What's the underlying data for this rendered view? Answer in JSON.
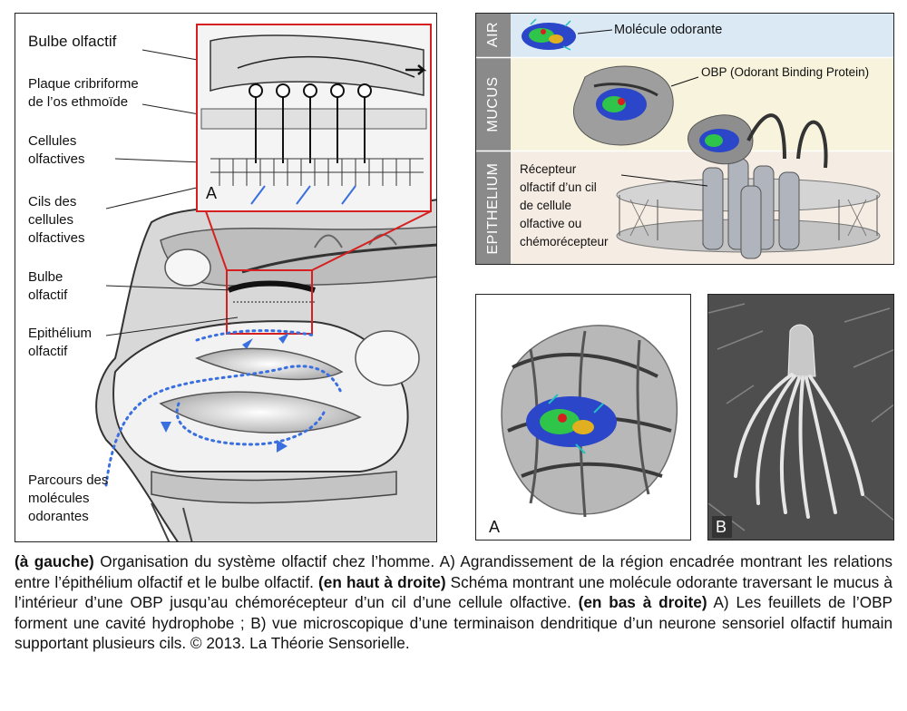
{
  "left_panel": {
    "labels": {
      "bulbe_top": "Bulbe olfactif",
      "plaque": "Plaque cribriforme",
      "plaque_2": "de l’os ethmoïde",
      "cellules": "Cellules",
      "cellules_2": "olfactives",
      "cils": "Cils des",
      "cils_2": "cellules",
      "cils_3": "olfactives",
      "bulbe": "Bulbe",
      "bulbe_2": "olfactif",
      "epithelium": "Epithélium",
      "epithelium_2": "olfactif",
      "parcours": "Parcours des",
      "parcours_2": "molécules",
      "parcours_3": "odorantes"
    },
    "inset_letter": "A"
  },
  "top_right": {
    "bands": [
      "AIR",
      "MUCUS",
      "EPITHELIUM"
    ],
    "band_colors": [
      "#dbe9f5",
      "#f8f3dc",
      "#f5ece3"
    ],
    "sidebar_color": "#8a8a8a",
    "labels": {
      "molecule": "Molécule odorante",
      "obp": "OBP (Odorant Binding Protein)",
      "recepteur": "Récepteur",
      "recepteur_2": "olfactif d’un cil",
      "recepteur_3": "de cellule",
      "recepteur_4": "olfactive ou",
      "recepteur_5": "chémorécepteur"
    }
  },
  "bottom_panels": {
    "a_letter": "A",
    "b_letter": "B"
  },
  "caption": {
    "b1": "(à gauche)",
    "t1": " Organisation du système olfactif chez l’homme. A) Agrandissement de la région encadrée montrant les relations entre l’épithélium olfactif et le bulbe olfactif. ",
    "b2": "(en haut à droite)",
    "t2": " Schéma montrant une molécule odorante traversant le mucus à l’intérieur d’une OBP jusqu’au chémorécepteur d’un cil d’une cellule olfactive. ",
    "b3": "(en bas à droite)",
    "t3": " A) Les feuillets de l’OBP forment une cavité hydrophobe ; B) vue microscopique d’une terminaison dendritique d’un neurone sensoriel olfactif humain supportant plusieurs cils. © 2013. La Théorie Sensorielle."
  },
  "colors": {
    "highlight_red": "#d62020",
    "arrow_blue": "#3a6fe0"
  }
}
